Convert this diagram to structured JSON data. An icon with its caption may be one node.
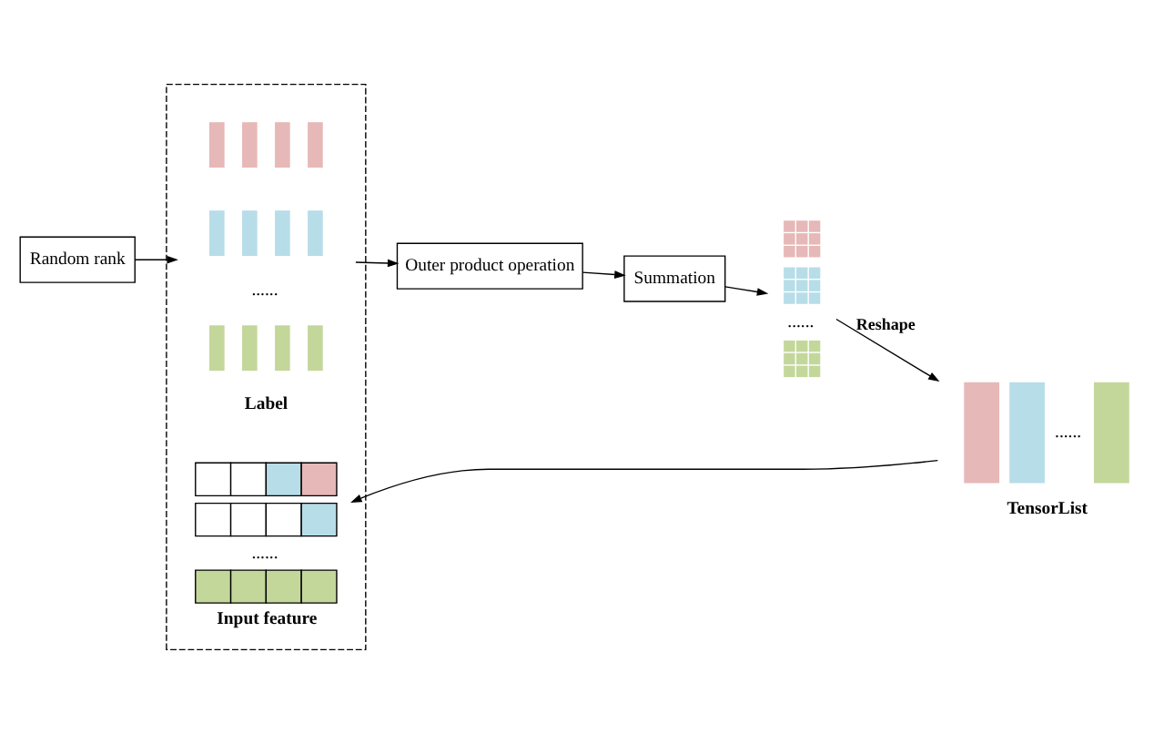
{
  "diagram": {
    "nodes": [
      {
        "text": [
          "Random rank"
        ]
      },
      {
        "text": [],
        "shape": "box"
      },
      {
        "text": [
          "......",
          "Label"
        ],
        "in": 1
      },
      {
        "text": [
          "Outer product operation"
        ]
      },
      {
        "text": [
          "Summation"
        ]
      },
      {
        "text": [
          "......"
        ]
      },
      {
        "text": [
          "......",
          "TensorList"
        ]
      },
      {
        "text": [
          "......",
          "Input feature"
        ],
        "in": 1
      }
    ],
    "edges": [
      {
        "from": 0,
        "to": 2,
        "arrow": "to"
      },
      {
        "from": 2,
        "to": 3,
        "arrow": "to"
      },
      {
        "from": 3,
        "to": 4,
        "arrow": "to"
      },
      {
        "from": 4,
        "to": 5,
        "arrow": "to"
      },
      {
        "from": 5,
        "to": 6,
        "arrow": "to",
        "label": "Reshape"
      },
      {
        "from": 6,
        "to": 7,
        "arrow": "to"
      }
    ]
  }
}
